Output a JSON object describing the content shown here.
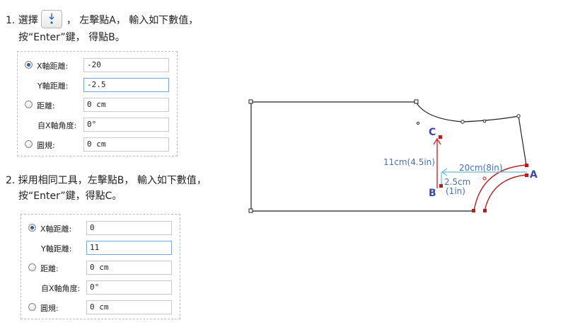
{
  "step1": {
    "line1_before": "1. 選擇",
    "line1_after": "， 左擊點A， 輸入如下數值，",
    "line2": "按“Enter”鍵， 得點B。",
    "tool_icon": "vertical-arrows-icon"
  },
  "panel1": {
    "rows": [
      {
        "label": "X軸距離:",
        "value": "-20",
        "radio": true,
        "checked": true
      },
      {
        "label": "Y軸距離:",
        "value": "-2.5",
        "radio": false,
        "checked": false
      },
      {
        "label": "距離:",
        "value": "0 cm",
        "radio": true,
        "checked": false
      },
      {
        "label": "自X軸角度:",
        "value": "0°",
        "radio": false,
        "checked": false
      },
      {
        "label": "圓規:",
        "value": "0 cm",
        "radio": true,
        "checked": false
      }
    ]
  },
  "step2": {
    "line1": "2. 採用相同工具，左擊點B， 輸入如下數值，",
    "line2": "按“Enter”鍵，得點C。"
  },
  "panel2": {
    "rows": [
      {
        "label": "X軸距離:",
        "value": "0",
        "radio": true,
        "checked": true
      },
      {
        "label": "Y軸距離:",
        "value": "11",
        "radio": false,
        "checked": false
      },
      {
        "label": "距離:",
        "value": "0 cm",
        "radio": true,
        "checked": false
      },
      {
        "label": "自X軸角度:",
        "value": "0°",
        "radio": false,
        "checked": false
      },
      {
        "label": "圓規:",
        "value": "0 cm",
        "radio": true,
        "checked": false
      }
    ]
  },
  "diagram": {
    "point_a": "A",
    "point_b": "B",
    "point_c": "C",
    "dim_vertical": "11cm(4.5in)",
    "dim_horizontal": "20cm(8in)",
    "dim_small_line1": "2.5cm",
    "dim_small_line2": "(1in)",
    "colors": {
      "point_label": "#3b4aa8",
      "dimension": "#4b6fb3",
      "curve": "#b82020",
      "arrow": "#c03030",
      "guide": "#6ab8d8"
    }
  }
}
